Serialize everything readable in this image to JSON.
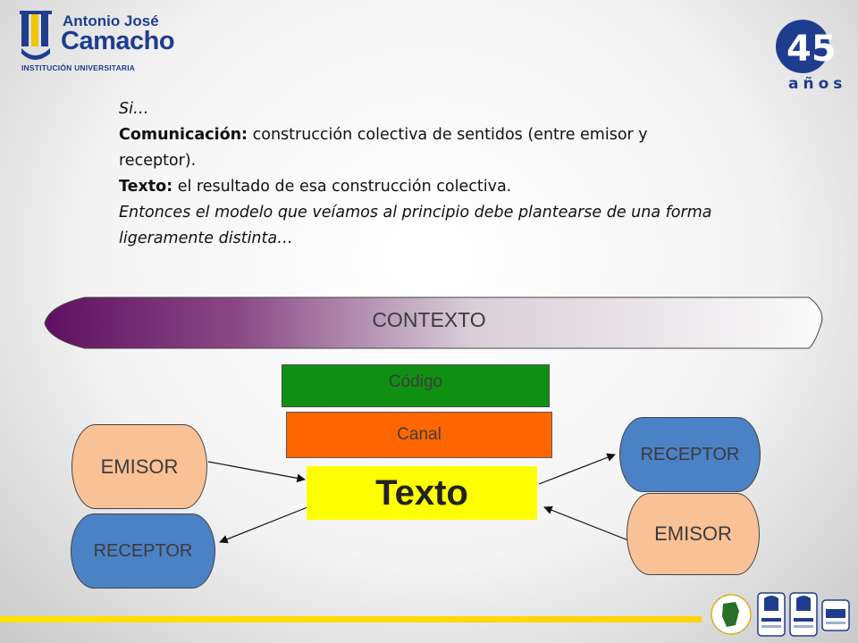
{
  "logo": {
    "line1": "Antonio José",
    "line2": "Camacho",
    "line3": "INSTITUCIÓN UNIVERSITARIA",
    "color": "#1f3d8f"
  },
  "anniversary": {
    "number": "45",
    "label": "años"
  },
  "intro": {
    "line1": "Si…",
    "def1_term": "Comunicación:",
    "def1_text": " construcción colectiva de sentidos (entre emisor y receptor).",
    "def2_term": "Texto:",
    "def2_text": " el resultado de esa construcción colectiva.",
    "conclusion": "Entonces el modelo que veíamos al principio debe plantearse de una forma ligeramente distinta…"
  },
  "diagram": {
    "contexto": "CONTEXTO",
    "codigo": "Código",
    "canal": "Canal",
    "texto": "Texto",
    "left_top": "EMISOR",
    "left_bottom": "RECEPTOR",
    "right_top": "RECEPTOR",
    "right_bottom": "EMISOR",
    "colors": {
      "contexto_start": "#5e1060",
      "codigo": "#109012",
      "canal": "#ff6600",
      "texto": "#ffff00",
      "emisor": "#f9c196",
      "receptor": "#4b81c5"
    }
  },
  "footer": {
    "bar_color": "#ffe100",
    "seal_icons": [
      "colombia-seal-icon",
      "quality-cert-icon",
      "quality-cert-icon",
      "iqnet-cert-icon"
    ]
  }
}
